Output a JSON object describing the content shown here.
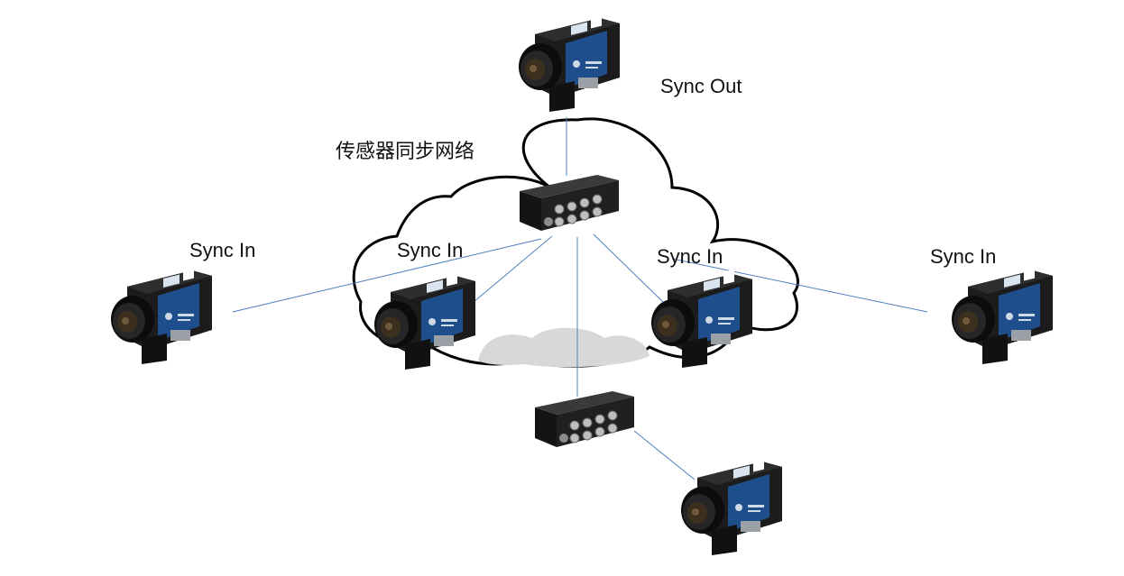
{
  "network_label": "传感器同步网络",
  "sensors": [
    {
      "role": "Sync Out"
    },
    {
      "role": "Sync In"
    },
    {
      "role": "Sync In"
    },
    {
      "role": "Sync In"
    },
    {
      "role": "Sync In"
    },
    {
      "role": ""
    }
  ],
  "colors": {
    "link": "#4f81bd",
    "cloud_stroke": "#000000",
    "device_body": "#1a1a1a",
    "sensor_panel": "#1f4e8c"
  },
  "icons": [
    "camera-sensor-icon",
    "sync-hub-icon",
    "cloud-icon"
  ]
}
